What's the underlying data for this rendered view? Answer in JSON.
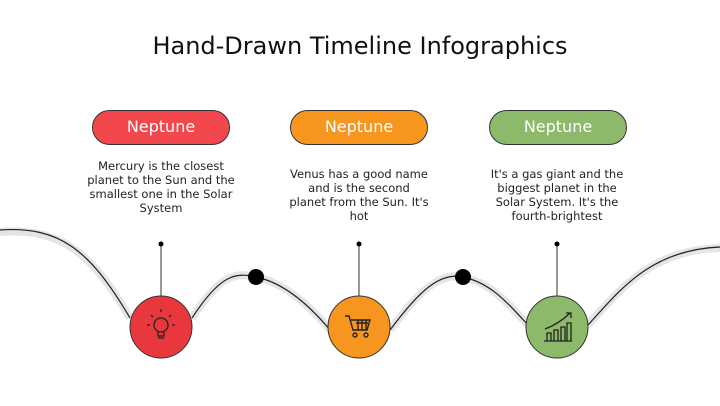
{
  "title": "Hand-Drawn Timeline Infographics",
  "colors": {
    "red": "#f2474c",
    "orange": "#f7961e",
    "green": "#8db96a"
  },
  "items": [
    {
      "label": "Neptune",
      "text": "Mercury is the closest planet to the Sun and the smallest one in the Solar System",
      "icon": "lightbulb-icon"
    },
    {
      "label": "Neptune",
      "text": "Venus has a good name and is the second planet from the Sun. It's hot",
      "icon": "shopping-cart-icon"
    },
    {
      "label": "Neptune",
      "text": "It's a gas giant and the biggest planet in the Solar System. It's the fourth-brightest",
      "icon": "growth-chart-icon"
    }
  ]
}
